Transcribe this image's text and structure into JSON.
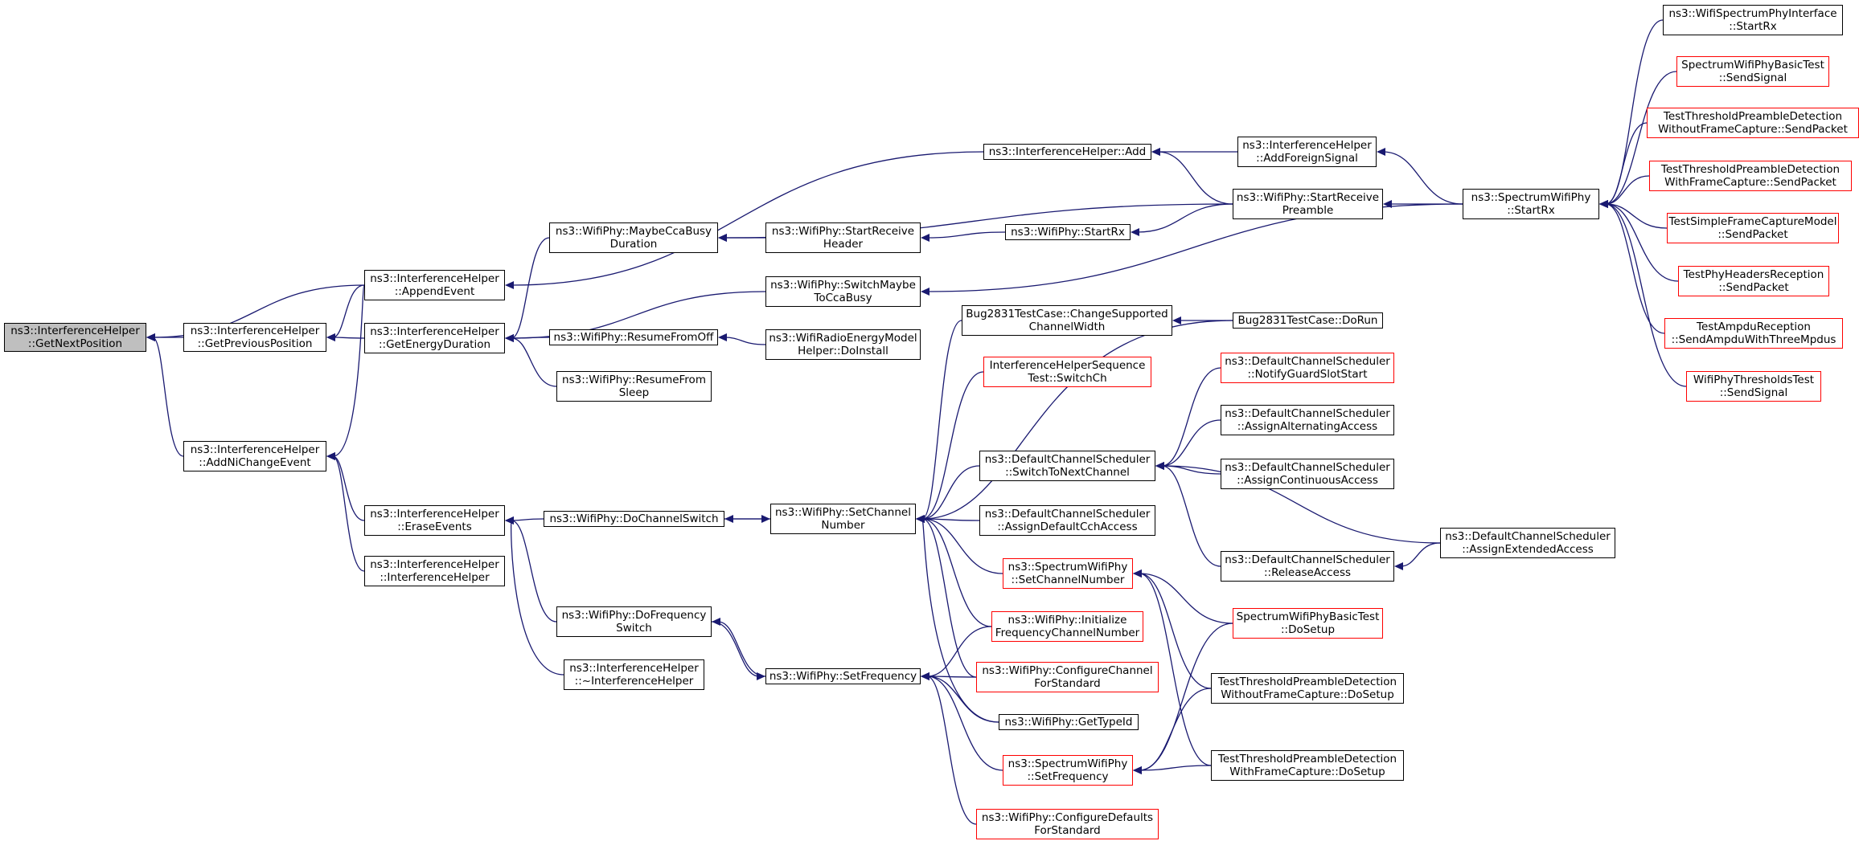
{
  "graph": {
    "edge_color": "#191970",
    "focus_fill": "#bfbfbf",
    "link_border": "#000000",
    "missing_doc_border": "#ff0000",
    "nodes": [
      {
        "id": "getnextposition",
        "lines": [
          "ns3::InterferenceHelper",
          "::GetNextPosition"
        ],
        "style": "focus"
      },
      {
        "id": "getpreviousposition",
        "lines": [
          "ns3::InterferenceHelper",
          "::GetPreviousPosition"
        ],
        "style": "normal"
      },
      {
        "id": "addnichangeevent",
        "lines": [
          "ns3::InterferenceHelper",
          "::AddNiChangeEvent"
        ],
        "style": "normal"
      },
      {
        "id": "appendevent",
        "lines": [
          "ns3::InterferenceHelper",
          "::AppendEvent"
        ],
        "style": "normal"
      },
      {
        "id": "getenergyduration",
        "lines": [
          "ns3::InterferenceHelper",
          "::GetEnergyDuration"
        ],
        "style": "normal"
      },
      {
        "id": "eraseevents",
        "lines": [
          "ns3::InterferenceHelper",
          "::EraseEvents"
        ],
        "style": "normal"
      },
      {
        "id": "interferencehelper-ctor",
        "lines": [
          "ns3::InterferenceHelper",
          "::InterferenceHelper"
        ],
        "style": "normal"
      },
      {
        "id": "maybeccabusyduration",
        "lines": [
          "ns3::WifiPhy::MaybeCcaBusy",
          "Duration"
        ],
        "style": "normal"
      },
      {
        "id": "resumefromoff",
        "lines": [
          "ns3::WifiPhy::ResumeFromOff"
        ],
        "style": "normal"
      },
      {
        "id": "resumefromsleep",
        "lines": [
          "ns3::WifiPhy::ResumeFrom",
          "Sleep"
        ],
        "style": "normal"
      },
      {
        "id": "dochannelswitch",
        "lines": [
          "ns3::WifiPhy::DoChannelSwitch"
        ],
        "style": "normal"
      },
      {
        "id": "dofrequencyswitch",
        "lines": [
          "ns3::WifiPhy::DoFrequency",
          "Switch"
        ],
        "style": "normal"
      },
      {
        "id": "interferencehelper-dtor",
        "lines": [
          "ns3::InterferenceHelper",
          "::~InterferenceHelper"
        ],
        "style": "normal"
      },
      {
        "id": "interferencehelper-add",
        "lines": [
          "ns3::InterferenceHelper::Add"
        ],
        "style": "normal"
      },
      {
        "id": "startreceiveheader",
        "lines": [
          "ns3::WifiPhy::StartReceive",
          "Header"
        ],
        "style": "normal"
      },
      {
        "id": "switchmaybetoccabusy",
        "lines": [
          "ns3::WifiPhy::SwitchMaybe",
          "ToCcaBusy"
        ],
        "style": "normal"
      },
      {
        "id": "radioenergymodel-doinstall",
        "lines": [
          "ns3::WifiRadioEnergyModel",
          "Helper::DoInstall"
        ],
        "style": "normal"
      },
      {
        "id": "setchannelnumber",
        "lines": [
          "ns3::WifiPhy::SetChannel",
          "Number"
        ],
        "style": "normal"
      },
      {
        "id": "setfrequency",
        "lines": [
          "ns3::WifiPhy::SetFrequency"
        ],
        "style": "normal"
      },
      {
        "id": "wifiphy-startrx",
        "lines": [
          "ns3::WifiPhy::StartRx"
        ],
        "style": "normal"
      },
      {
        "id": "bug2831-changesupportedchannelwidth",
        "lines": [
          "Bug2831TestCase::ChangeSupported",
          "ChannelWidth"
        ],
        "style": "normal"
      },
      {
        "id": "interferencehelpersequencetest-switchch",
        "lines": [
          "InterferenceHelperSequence",
          "Test::SwitchCh"
        ],
        "style": "red"
      },
      {
        "id": "dcs-switchtonextchannel",
        "lines": [
          "ns3::DefaultChannelScheduler",
          "::SwitchToNextChannel"
        ],
        "style": "normal"
      },
      {
        "id": "dcs-assigndefaultcchaccess",
        "lines": [
          "ns3::DefaultChannelScheduler",
          "::AssignDefaultCchAccess"
        ],
        "style": "normal"
      },
      {
        "id": "spectrumwifiphy-setchannelnumber",
        "lines": [
          "ns3::SpectrumWifiPhy",
          "::SetChannelNumber"
        ],
        "style": "red"
      },
      {
        "id": "initializefrequencychannelnumber",
        "lines": [
          "ns3::WifiPhy::Initialize",
          "FrequencyChannelNumber"
        ],
        "style": "red"
      },
      {
        "id": "configurechannelforstandard",
        "lines": [
          "ns3::WifiPhy::ConfigureChannel",
          "ForStandard"
        ],
        "style": "red"
      },
      {
        "id": "wifiphy-gettypeid",
        "lines": [
          "ns3::WifiPhy::GetTypeId"
        ],
        "style": "normal"
      },
      {
        "id": "spectrumwifiphy-setfrequency",
        "lines": [
          "ns3::SpectrumWifiPhy",
          "::SetFrequency"
        ],
        "style": "red"
      },
      {
        "id": "configuredefaultsforstandard",
        "lines": [
          "ns3::WifiPhy::ConfigureDefaults",
          "ForStandard"
        ],
        "style": "red"
      },
      {
        "id": "addforeignsignal",
        "lines": [
          "ns3::InterferenceHelper",
          "::AddForeignSignal"
        ],
        "style": "normal"
      },
      {
        "id": "startreceivepreamble",
        "lines": [
          "ns3::WifiPhy::StartReceive",
          "Preamble"
        ],
        "style": "normal"
      },
      {
        "id": "bug2831-dorun",
        "lines": [
          "Bug2831TestCase::DoRun"
        ],
        "style": "normal"
      },
      {
        "id": "dcs-notifyguardslotstart",
        "lines": [
          "ns3::DefaultChannelScheduler",
          "::NotifyGuardSlotStart"
        ],
        "style": "red"
      },
      {
        "id": "dcs-assignalternatingaccess",
        "lines": [
          "ns3::DefaultChannelScheduler",
          "::AssignAlternatingAccess"
        ],
        "style": "normal"
      },
      {
        "id": "dcs-assigncontinuousaccess",
        "lines": [
          "ns3::DefaultChannelScheduler",
          "::AssignContinuousAccess"
        ],
        "style": "normal"
      },
      {
        "id": "dcs-releaseaccess",
        "lines": [
          "ns3::DefaultChannelScheduler",
          "::ReleaseAccess"
        ],
        "style": "normal"
      },
      {
        "id": "spectrumwifiphybasictest-dosetup",
        "lines": [
          "SpectrumWifiPhyBasicTest",
          "::DoSetup"
        ],
        "style": "red"
      },
      {
        "id": "tpd-withoutframecapture-dosetup",
        "lines": [
          "TestThresholdPreambleDetection",
          "WithoutFrameCapture::DoSetup"
        ],
        "style": "normal"
      },
      {
        "id": "tpd-withframecapture-dosetup",
        "lines": [
          "TestThresholdPreambleDetection",
          "WithFrameCapture::DoSetup"
        ],
        "style": "normal"
      },
      {
        "id": "spectrumwifiphy-startrx",
        "lines": [
          "ns3::SpectrumWifiPhy",
          "::StartRx"
        ],
        "style": "normal"
      },
      {
        "id": "dcs-assignextendedaccess",
        "lines": [
          "ns3::DefaultChannelScheduler",
          "::AssignExtendedAccess"
        ],
        "style": "normal"
      },
      {
        "id": "wifispectrumphyinterface-startrx",
        "lines": [
          "ns3::WifiSpectrumPhyInterface",
          "::StartRx"
        ],
        "style": "normal"
      },
      {
        "id": "spectrumwifiphybasictest-sendsignal",
        "lines": [
          "SpectrumWifiPhyBasicTest",
          "::SendSignal"
        ],
        "style": "red"
      },
      {
        "id": "tpd-withoutframecapture-sendpacket",
        "lines": [
          "TestThresholdPreambleDetection",
          "WithoutFrameCapture::SendPacket"
        ],
        "style": "red"
      },
      {
        "id": "tpd-withframecapture-sendpacket",
        "lines": [
          "TestThresholdPreambleDetection",
          "WithFrameCapture::SendPacket"
        ],
        "style": "red"
      },
      {
        "id": "testsimpleframecapturemodel-sendpacket",
        "lines": [
          "TestSimpleFrameCaptureModel",
          "::SendPacket"
        ],
        "style": "red"
      },
      {
        "id": "testphyheadersreception-sendpacket",
        "lines": [
          "TestPhyHeadersReception",
          "::SendPacket"
        ],
        "style": "red"
      },
      {
        "id": "testampdureception-sendampduwiththreempdus",
        "lines": [
          "TestAmpduReception",
          "::SendAmpduWithThreeMpdus"
        ],
        "style": "red"
      },
      {
        "id": "wifiphythresholdstest-sendsignal",
        "lines": [
          "WifiPhyThresholdsTest",
          "::SendSignal"
        ],
        "style": "red"
      }
    ]
  }
}
